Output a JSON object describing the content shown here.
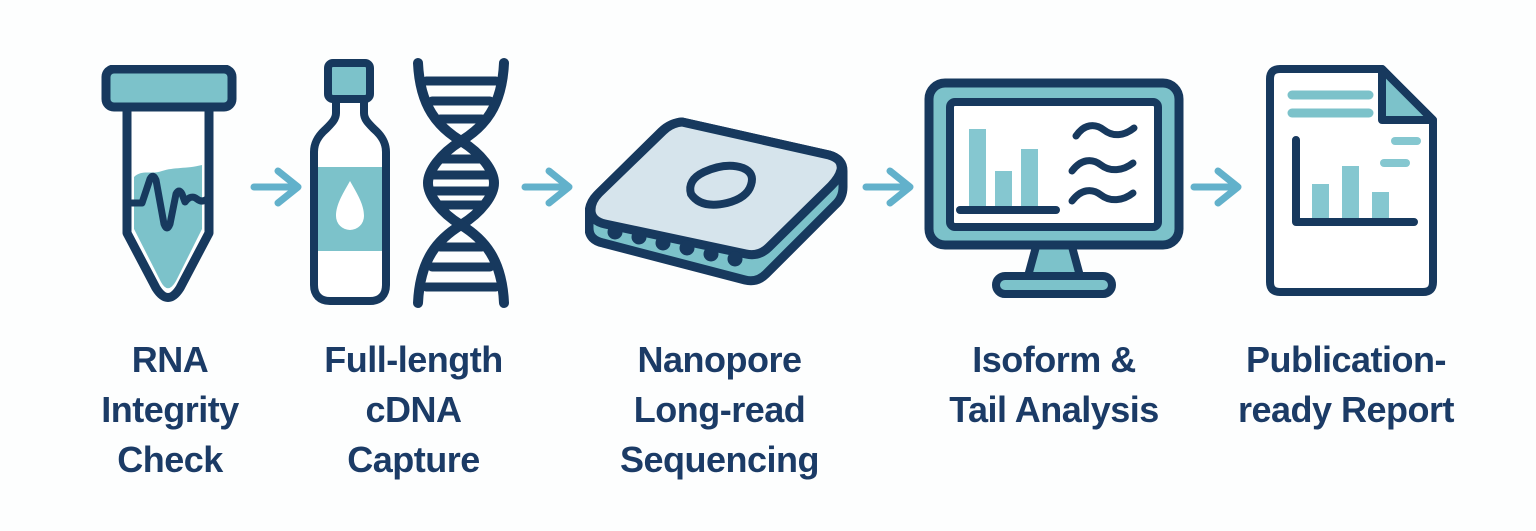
{
  "palette": {
    "navy_outline": "#17395e",
    "text_navy": "#1b3b66",
    "teal_fill": "#7cc2ca",
    "teal_bar": "#85c7d0",
    "arrow_teal": "#62b1cb",
    "surface_light_blue": "#d6e4ec",
    "background": "#fdfefe"
  },
  "workflow": {
    "connector_icon": "arrow-right-icon",
    "steps": [
      {
        "id": "rna-integrity-check",
        "icon": "sample-tube-icon",
        "label": "RNA\nIntegrity\nCheck"
      },
      {
        "id": "full-length-cdna-capture",
        "icon": "bottle-dna-helix-icon",
        "label": "Full-length\ncDNA\nCapture"
      },
      {
        "id": "nanopore-long-read-sequencing",
        "icon": "nanopore-sequencer-icon",
        "label": "Nanopore\nLong-read\nSequencing"
      },
      {
        "id": "isoform-tail-analysis",
        "icon": "analysis-monitor-icon",
        "label": "Isoform &\nTail Analysis"
      },
      {
        "id": "publication-ready-report",
        "icon": "report-document-icon",
        "label": "Publication-\nready Report"
      }
    ]
  }
}
